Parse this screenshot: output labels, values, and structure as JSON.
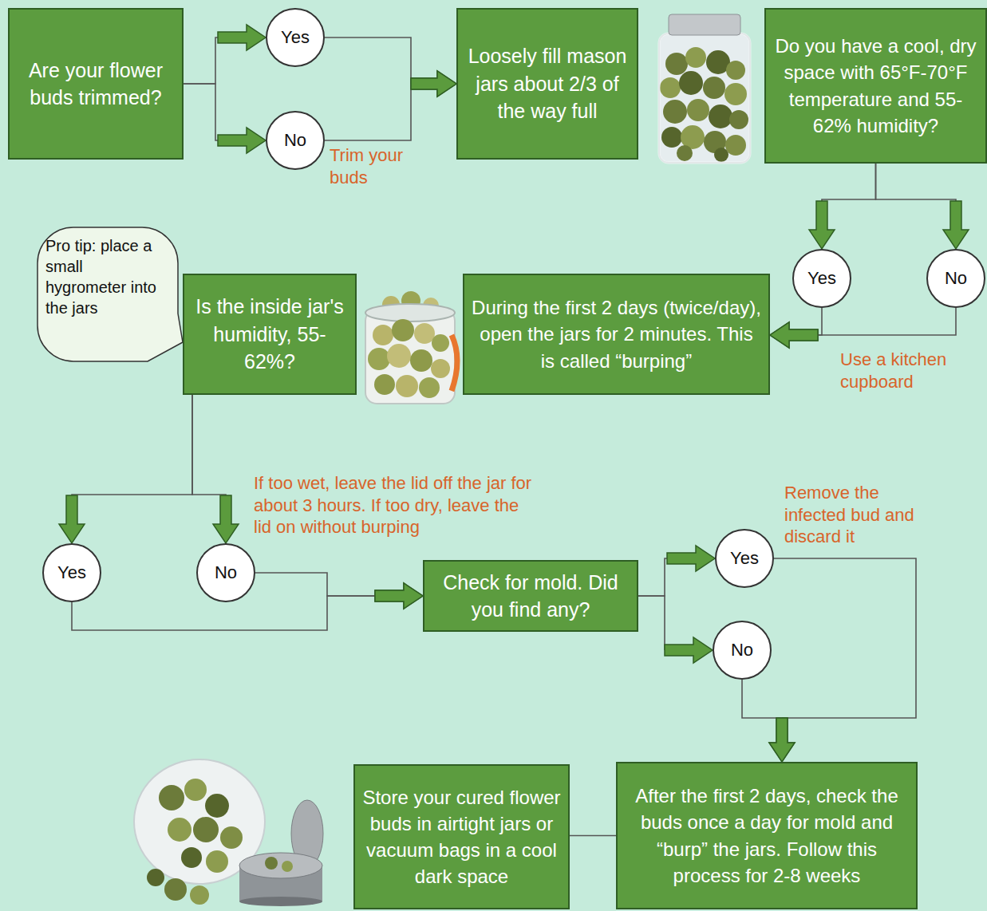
{
  "diagram": {
    "nodes": [
      {
        "text": [
          "Are your flower buds trimmed?"
        ]
      },
      {
        "text": [
          "Yes"
        ]
      },
      {
        "text": [
          "No"
        ]
      },
      {
        "text": [
          "Loosely fill mason jars about 2/3 of the way full"
        ]
      },
      {
        "text": [
          "Do you have a cool, dry space with 65°F-70°F temperature and 55-62% humidity?"
        ]
      },
      {
        "text": [
          "Pro tip: place a small hygrometer into the jars"
        ]
      },
      {
        "text": [
          "Is the inside jar's humidity, 55-62%?"
        ]
      },
      {
        "text": [
          "During the first 2 days (twice/day), open the jars for 2 minutes. This is called “burping”"
        ]
      },
      {
        "text": [
          "Yes"
        ]
      },
      {
        "text": [
          "No"
        ]
      },
      {
        "text": [
          "Yes"
        ]
      },
      {
        "text": [
          "No"
        ]
      },
      {
        "text": [
          "Check for mold. Did you find any?"
        ]
      },
      {
        "text": [
          "Yes"
        ]
      },
      {
        "text": [
          "No"
        ]
      },
      {
        "text": [
          "Store your cured flower buds in airtight jars or vacuum bags in a cool dark space"
        ]
      },
      {
        "text": [
          "After the first 2 days, check the buds once a day for mold and “burp” the jars. Follow this process for 2-8 weeks"
        ]
      }
    ],
    "edges": [
      {
        "from": 0,
        "to": 1,
        "arrow": "to"
      },
      {
        "from": 0,
        "to": 2,
        "arrow": "to"
      },
      {
        "from": 1,
        "to": 3,
        "arrow": "to"
      },
      {
        "from": 2,
        "to": 3,
        "arrow": "to"
      },
      {
        "from": 4,
        "to": 8,
        "arrow": "to"
      },
      {
        "from": 4,
        "to": 9,
        "arrow": "to"
      },
      {
        "from": 8,
        "to": 7,
        "arrow": "to"
      },
      {
        "from": 9,
        "to": 7,
        "arrow": "to"
      },
      {
        "from": 6,
        "to": 10,
        "arrow": "to"
      },
      {
        "from": 6,
        "to": 11,
        "arrow": "to"
      },
      {
        "from": 10,
        "to": 12,
        "arrow": "to"
      },
      {
        "from": 11,
        "to": 12,
        "arrow": "to"
      },
      {
        "from": 12,
        "to": 13,
        "arrow": "to"
      },
      {
        "from": 12,
        "to": 14,
        "arrow": "to"
      },
      {
        "from": 13,
        "to": 16,
        "arrow": "to"
      },
      {
        "from": 14,
        "to": 16,
        "arrow": "to"
      },
      {
        "from": 16,
        "to": 15,
        "arrow": "none"
      }
    ],
    "labels": [
      "Trim your buds",
      "Use a kitchen cupboard",
      "If too wet, leave the lid off the jar for about 3 hours. If too dry, leave the lid on without burping",
      "Remove the infected bud and discard it"
    ]
  }
}
